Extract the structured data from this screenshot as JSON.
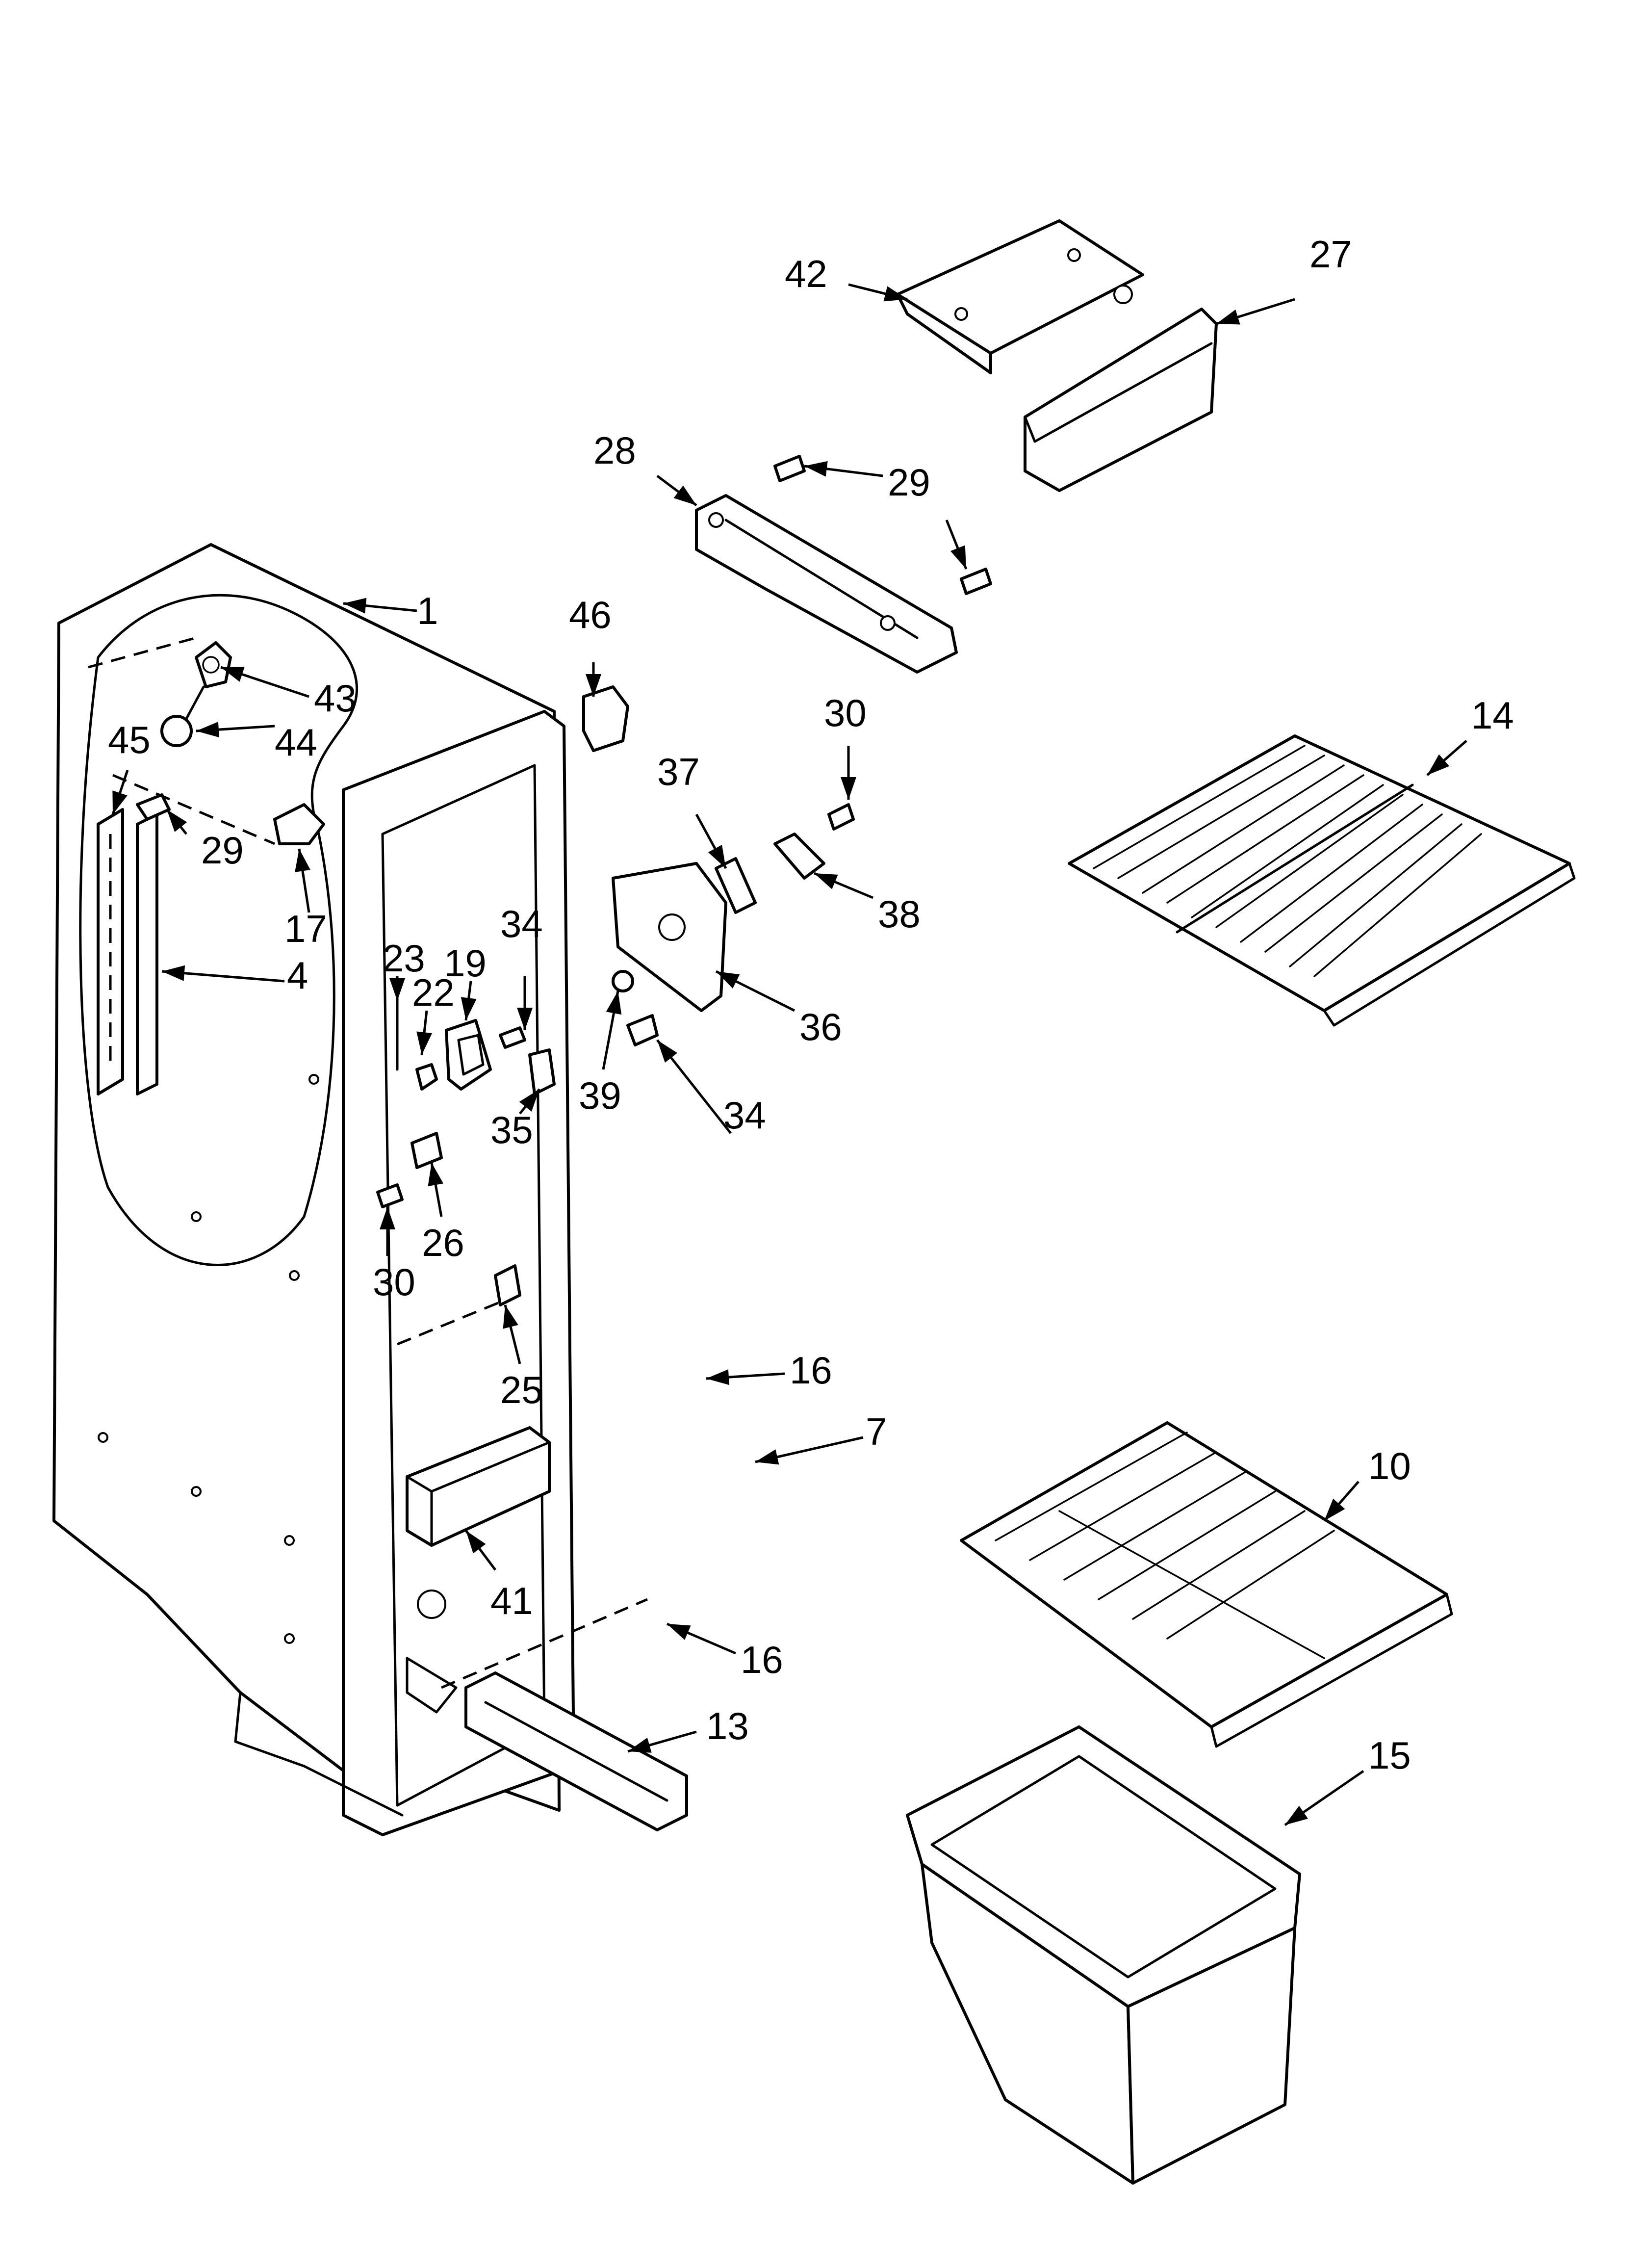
{
  "diagram": {
    "callouts": [
      "1",
      "4",
      "7",
      "10",
      "13",
      "14",
      "15",
      "16",
      "16",
      "17",
      "19",
      "22",
      "23",
      "25",
      "26",
      "27",
      "28",
      "29",
      "29",
      "30",
      "30",
      "34",
      "34",
      "35",
      "36",
      "37",
      "38",
      "39",
      "41",
      "42",
      "43",
      "44",
      "45",
      "46"
    ]
  }
}
